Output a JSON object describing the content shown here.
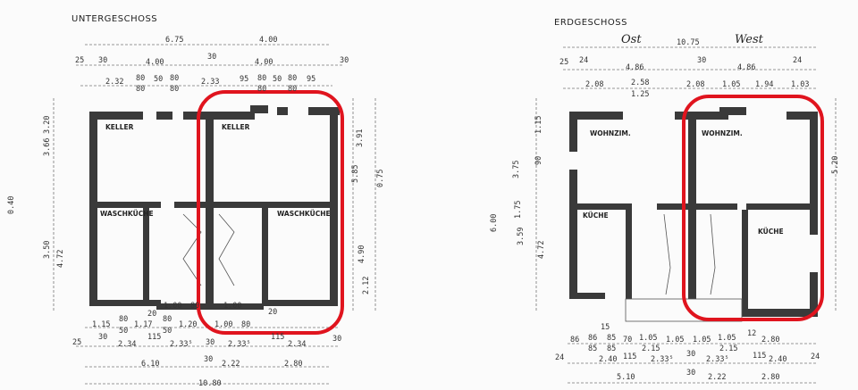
{
  "plans": {
    "basement": {
      "title": "UNTERGESCHOSS",
      "rooms": [
        "KELLER",
        "KELLER",
        "WASCHKÜCHE",
        "WASCHKÜCHE"
      ],
      "dims": [
        "6.75",
        "4.00",
        "25",
        "30",
        "4.00",
        "30",
        "4.00",
        "30",
        "2.32",
        "80",
        "80",
        "50",
        "80",
        "80",
        "2.33",
        "95",
        "80",
        "80",
        "50",
        "80",
        "80",
        "95",
        "1.15",
        "80",
        "50",
        "1.17",
        "80",
        "50",
        "1.20",
        "1.00",
        "80",
        "1.00",
        "80",
        "1.00",
        "20",
        "20",
        "25",
        "30",
        "2.34",
        "115",
        "2.33⁵",
        "30",
        "2.33⁵",
        "115",
        "2.34",
        "30",
        "6.10",
        "30",
        "2.22",
        "2.80",
        "10.80",
        "3.66",
        "3.20",
        "3.50",
        "4.72",
        "0.40",
        "5.85",
        "0.75",
        "3.91",
        "4.90",
        "2.12"
      ]
    },
    "ground": {
      "title": "ERDGESCHOSS",
      "annotations": [
        "Ost",
        "West"
      ],
      "rooms": [
        "WOHNZIM.",
        "WOHNZIM.",
        "KÜCHE",
        "KÜCHE"
      ],
      "dims": [
        "10.75",
        "25",
        "24",
        "4.86",
        "30",
        "4.86",
        "24",
        "2.08",
        "2.58",
        "1.25",
        "2.08",
        "1.05",
        "1.94",
        "1.03",
        "86",
        "86",
        "85",
        "85",
        "85",
        "70",
        "1.05",
        "2.15",
        "1.05",
        "1.05",
        "1.05",
        "2.15",
        "12",
        "2.80",
        "15",
        "24",
        "2.40",
        "115",
        "2.33⁵",
        "30",
        "2.33⁵",
        "115",
        "2.40",
        "24",
        "5.10",
        "30",
        "2.22",
        "2.80",
        "6.00",
        "3.75",
        "4.72",
        "3.59",
        "5.20",
        "1.15",
        "90",
        "1.75"
      ]
    }
  },
  "highlight_color": "#e0141e"
}
